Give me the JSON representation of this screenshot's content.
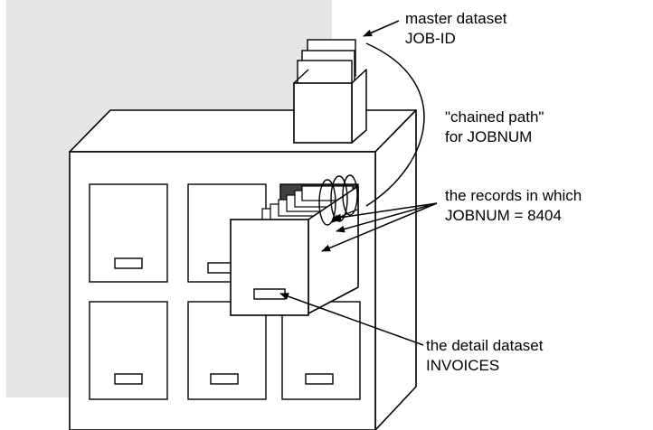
{
  "labels": {
    "master": {
      "line1": "master dataset",
      "line2": "JOB-ID"
    },
    "chained": {
      "line1": "\"chained path\"",
      "line2": "for JOBNUM"
    },
    "records": {
      "line1": "the records in which",
      "line2": "JOBNUM = 8404"
    },
    "detail": {
      "line1": "the detail dataset",
      "line2": "INVOICES"
    }
  },
  "colors": {
    "background_panel": "#e6e6e6",
    "stroke": "#000000",
    "fill": "#ffffff",
    "drawer_slot": "#404040"
  }
}
